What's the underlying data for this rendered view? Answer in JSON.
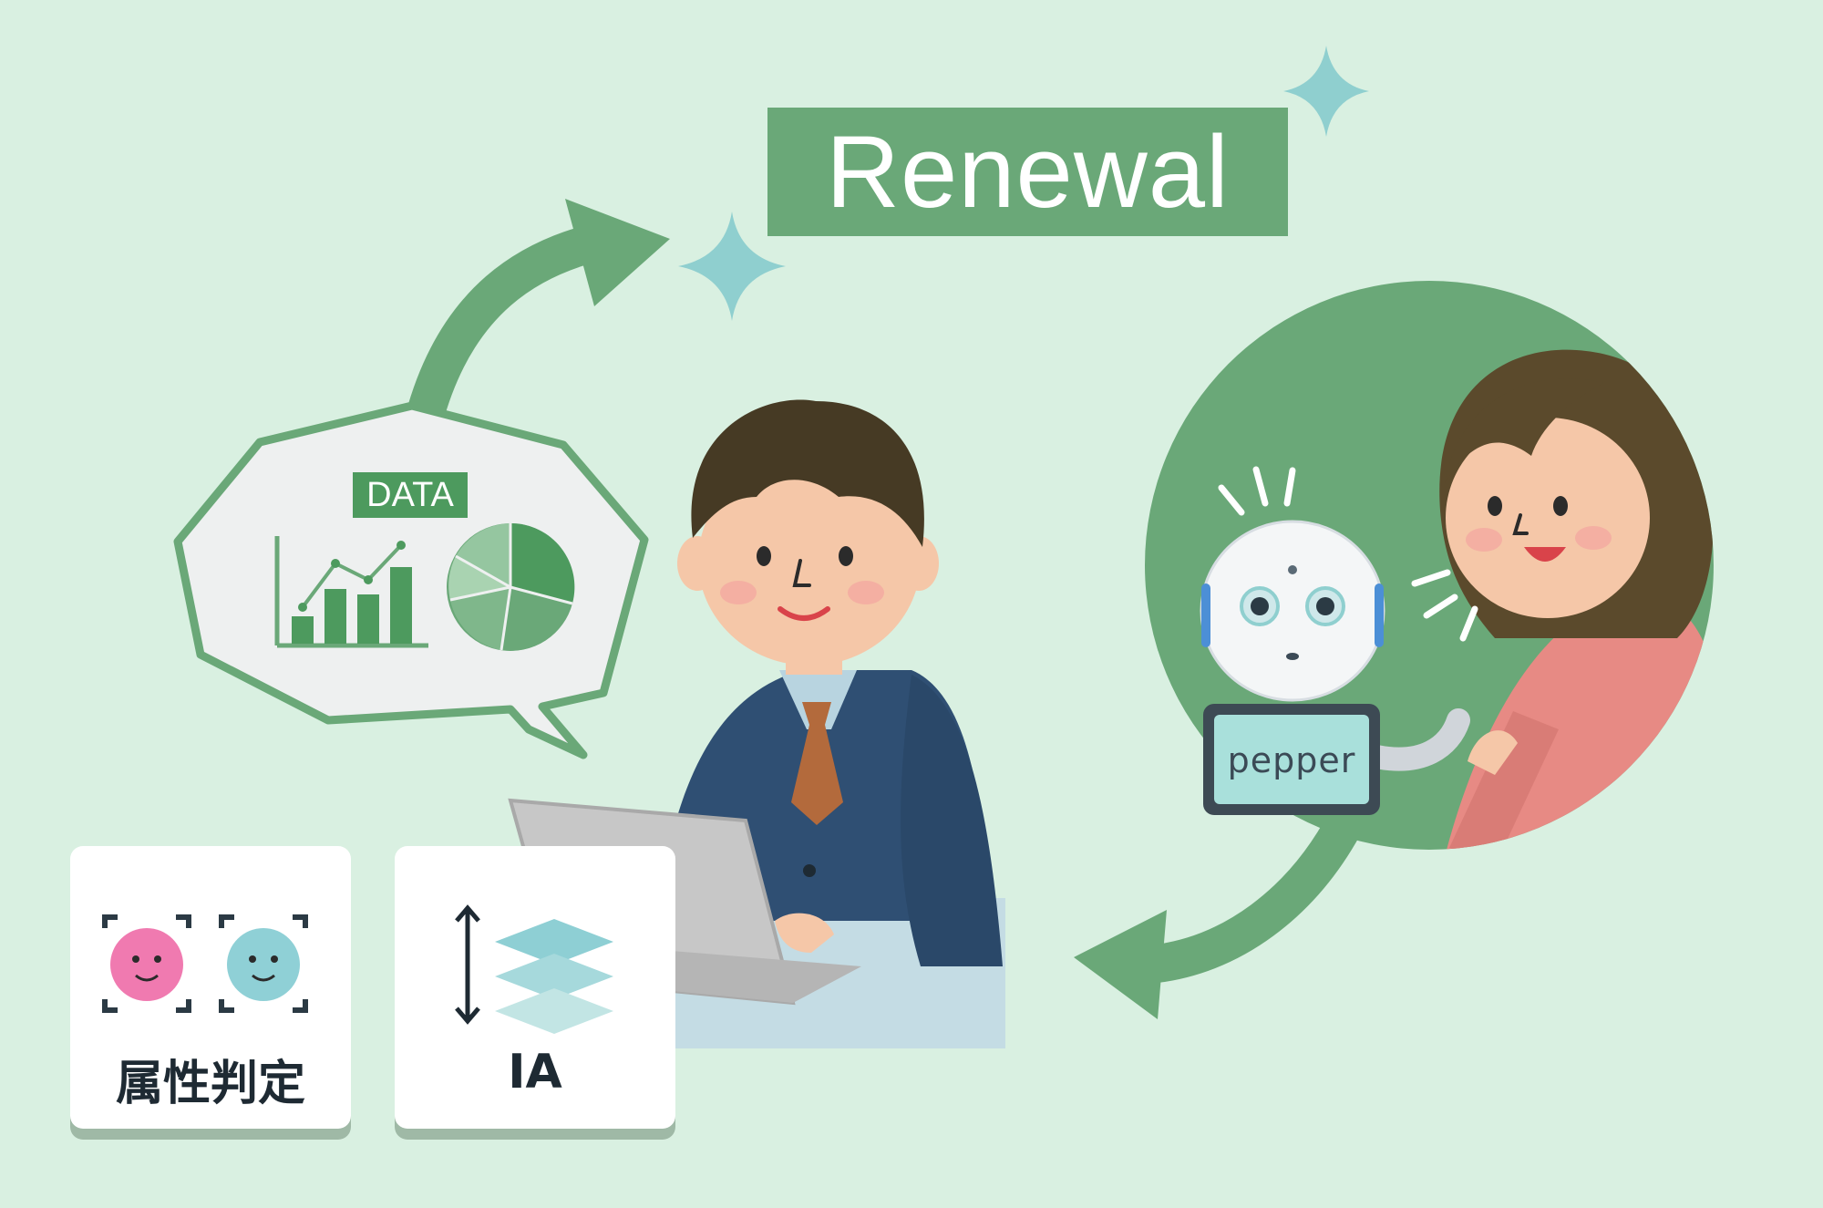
{
  "banner": {
    "title": "Renewal"
  },
  "speech_bubble": {
    "tag": "DATA"
  },
  "robot": {
    "tablet_text": "pepper"
  },
  "cards": [
    {
      "label": "属性判定",
      "icon": "face-detection-icon"
    },
    {
      "label": "IA",
      "icon": "layers-icon"
    }
  ],
  "colors": {
    "background": "#d9f0e1",
    "brand_green": "#6aa878",
    "dark_green": "#4d9a5e",
    "sparkle": "#8fcfcf"
  }
}
